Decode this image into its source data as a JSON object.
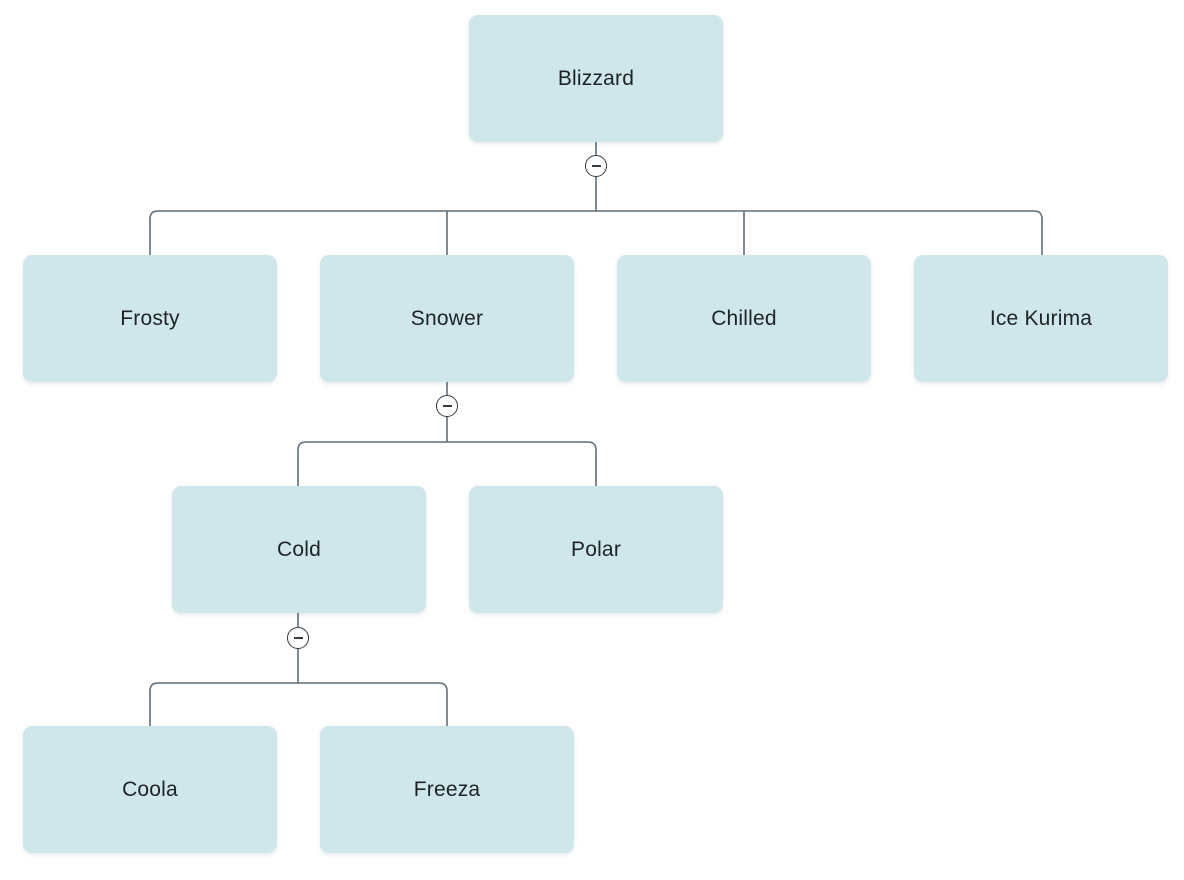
{
  "tree": {
    "root": {
      "label": "Blizzard",
      "collapse_icon": "minus-circle-icon",
      "children": [
        {
          "label": "Frosty"
        },
        {
          "label": "Snower",
          "collapse_icon": "minus-circle-icon",
          "children": [
            {
              "label": "Cold",
              "collapse_icon": "minus-circle-icon",
              "children": [
                {
                  "label": "Coola"
                },
                {
                  "label": "Freeza"
                }
              ]
            },
            {
              "label": "Polar"
            }
          ]
        },
        {
          "label": "Chilled"
        },
        {
          "label": "Ice Kurima"
        }
      ]
    }
  },
  "colors": {
    "node_fill": "#cfe7ea",
    "connector": "#5f6e7a",
    "text": "#1d2327",
    "toggle_border": "#333a40"
  }
}
